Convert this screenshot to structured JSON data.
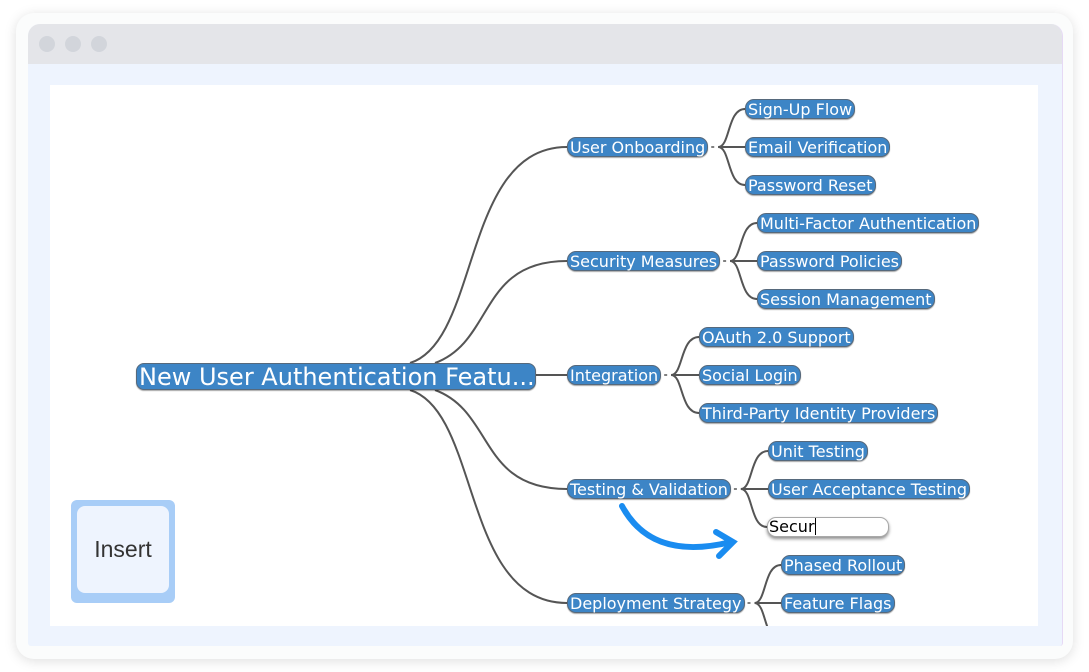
{
  "window": {
    "controls": [
      "close",
      "minimize",
      "maximize"
    ]
  },
  "mindmap": {
    "root": {
      "label": "New User Authentication Featu..."
    },
    "branches": [
      {
        "label": "User Onboarding",
        "children": [
          {
            "label": "Sign-Up Flow"
          },
          {
            "label": "Email Verification"
          },
          {
            "label": "Password Reset"
          }
        ]
      },
      {
        "label": "Security Measures",
        "children": [
          {
            "label": "Multi-Factor Authentication"
          },
          {
            "label": "Password Policies"
          },
          {
            "label": "Session Management"
          }
        ]
      },
      {
        "label": "Integration",
        "children": [
          {
            "label": "OAuth 2.0 Support"
          },
          {
            "label": "Social Login"
          },
          {
            "label": "Third-Party Identity Providers"
          }
        ]
      },
      {
        "label": "Testing & Validation",
        "children": [
          {
            "label": "Unit Testing"
          },
          {
            "label": "User Acceptance Testing"
          },
          {
            "editing": true,
            "input_value": "Secur"
          }
        ]
      },
      {
        "label": "Deployment Strategy",
        "children": [
          {
            "label": "Phased Rollout"
          },
          {
            "label": "Feature Flags"
          }
        ]
      }
    ]
  },
  "annotation": {
    "icon": "curved-arrow-icon",
    "color": "#1a8cf0"
  },
  "insert_button": {
    "label": "Insert"
  },
  "colors": {
    "node_bg": "#3d85c6",
    "edge": "#555555",
    "titlebar": "#e4e5e9",
    "frame": "#eef4fe",
    "insert_border": "#a8cdf7"
  }
}
